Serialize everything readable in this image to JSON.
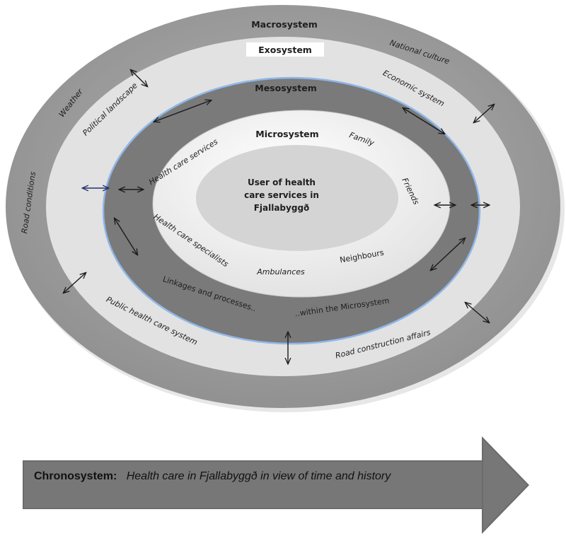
{
  "layers": {
    "macrosystem": "Macrosystem",
    "exosystem": "Exosystem",
    "mesosystem": "Mesosystem",
    "microsystem": "Microsystem"
  },
  "center": [
    "User of health",
    "care services in",
    "Fjallabyggð"
  ],
  "macro_items": {
    "national_culture": "National culture",
    "weather": "Weather",
    "road_conditions": "Road conditions"
  },
  "exo_items": {
    "economic_system": "Economic system",
    "political_landscape": "Political landscape",
    "public_health_care_system": "Public health care system",
    "road_construction_affairs": "Road construction affairs"
  },
  "meso_items": {
    "linkages": "Linkages and processes..",
    "within": "..within the Microsystem"
  },
  "micro_items": {
    "family": "Family",
    "health_care_services": "Health care services",
    "friends": "Friends",
    "health_care_specialists": "Health care specialists",
    "neighbours": "Neighbours",
    "ambulances": "Ambulances"
  },
  "chronosystem": {
    "label": "Chronosystem:",
    "text": "Health care in Fjallabyggð in view of time and history"
  },
  "colors": {
    "macrosystem": "#a2a2a2",
    "exosystem": "#e2e2e2",
    "mesosystem": "#797979",
    "microsystem": "#f2f2f2",
    "center": "#d4d4d4",
    "ring_edge": "#8fb7e8",
    "chrono_arrow": "#6b6b6b"
  }
}
